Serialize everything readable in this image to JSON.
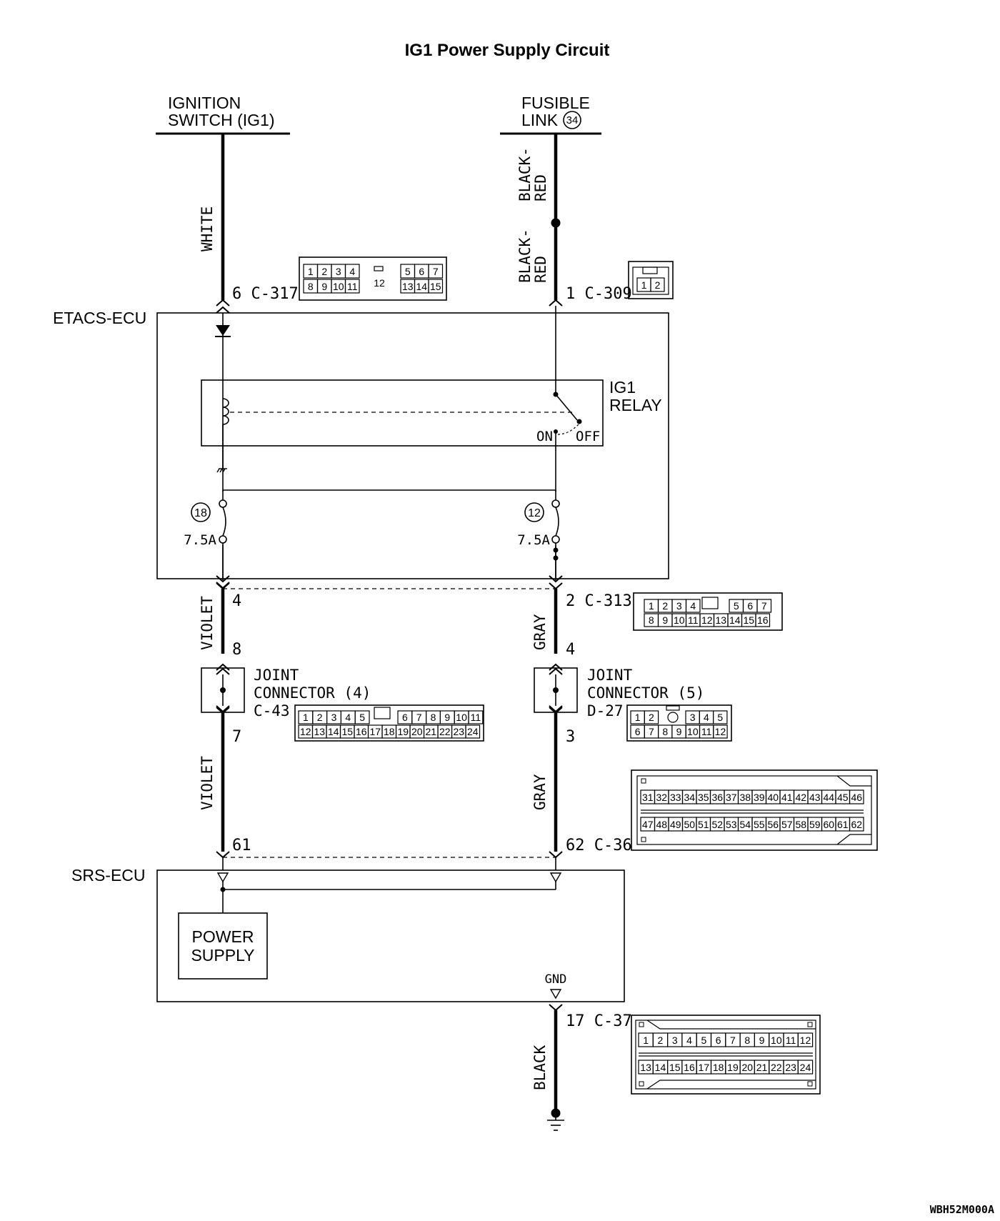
{
  "title": "IG1 Power Supply Circuit",
  "figure_code": "WBH52M000A",
  "sources": {
    "ignition": {
      "line1": "IGNITION",
      "line2": "SWITCH (IG1)"
    },
    "fusible": {
      "line1": "FUSIBLE",
      "line2": "LINK",
      "number": "34"
    }
  },
  "wires": {
    "white": "WHITE",
    "black_red_1a": "BLACK-",
    "black_red_1b": "RED",
    "black_red_2a": "BLACK-",
    "black_red_2b": "RED",
    "violet_1": "VIOLET",
    "violet_2": "VIOLET",
    "gray_1": "GRAY",
    "gray_2": "GRAY",
    "black": "BLACK"
  },
  "pins": {
    "c317": "6 C-317",
    "c309": "1 C-309",
    "c313_left": "4",
    "c313_right": "2 C-313",
    "jc4_top": "8",
    "jc5_top": "4",
    "jc4_bottom": "7",
    "jc5_bottom": "3",
    "c36_left": "61",
    "c36_right": "62 C-36",
    "c37": "17 C-37"
  },
  "etacs": {
    "name": "ETACS-ECU",
    "relay_line1": "IG1",
    "relay_line2": "RELAY",
    "on": "ON",
    "off": "OFF",
    "fuse_left_no": "18",
    "fuse_left_rating": "7.5A",
    "fuse_right_no": "12",
    "fuse_right_rating": "7.5A"
  },
  "joint4": {
    "line1": "JOINT",
    "line2": "CONNECTOR (4)",
    "code": "C-43"
  },
  "joint5": {
    "line1": "JOINT",
    "line2": "CONNECTOR (5)",
    "code": "D-27"
  },
  "srs": {
    "name": "SRS-ECU",
    "ps_line1": "POWER",
    "ps_line2": "SUPPLY",
    "gnd": "GND"
  },
  "connectors": {
    "c317": {
      "top_left": [
        "1",
        "2",
        "3",
        "4"
      ],
      "top_right": [
        "5",
        "6",
        "7"
      ],
      "bottom_left": [
        "8",
        "9",
        "10",
        "11"
      ],
      "bottom_right": [
        "13",
        "14",
        "15"
      ],
      "center": "12"
    },
    "c309": {
      "cells": [
        "1",
        "2"
      ]
    },
    "c313": {
      "top_left": [
        "1",
        "2",
        "3",
        "4"
      ],
      "top_right": [
        "5",
        "6",
        "7"
      ],
      "bottom": [
        "8",
        "9",
        "10",
        "11",
        "12",
        "13",
        "14",
        "15",
        "16"
      ]
    },
    "c43": {
      "top_left": [
        "1",
        "2",
        "3",
        "4",
        "5"
      ],
      "top_right": [
        "6",
        "7",
        "8",
        "9",
        "10",
        "11"
      ],
      "bottom": [
        "12",
        "13",
        "14",
        "15",
        "16",
        "17",
        "18",
        "19",
        "20",
        "21",
        "22",
        "23",
        "24"
      ]
    },
    "d27": {
      "top_left": [
        "1",
        "2"
      ],
      "top_right": [
        "3",
        "4",
        "5"
      ],
      "bottom": [
        "6",
        "7",
        "8",
        "9",
        "10",
        "11",
        "12"
      ]
    },
    "c36": {
      "row1": [
        "31",
        "32",
        "33",
        "34",
        "35",
        "36",
        "37",
        "38",
        "39",
        "40",
        "41",
        "42",
        "43",
        "44",
        "45",
        "46"
      ],
      "row2": [
        "47",
        "48",
        "49",
        "50",
        "51",
        "52",
        "53",
        "54",
        "55",
        "56",
        "57",
        "58",
        "59",
        "60",
        "61",
        "62"
      ]
    },
    "c37": {
      "row1": [
        "1",
        "2",
        "3",
        "4",
        "5",
        "6",
        "7",
        "8",
        "9",
        "10",
        "11",
        "12"
      ],
      "row2": [
        "13",
        "14",
        "15",
        "16",
        "17",
        "18",
        "19",
        "20",
        "21",
        "22",
        "23",
        "24"
      ]
    }
  }
}
